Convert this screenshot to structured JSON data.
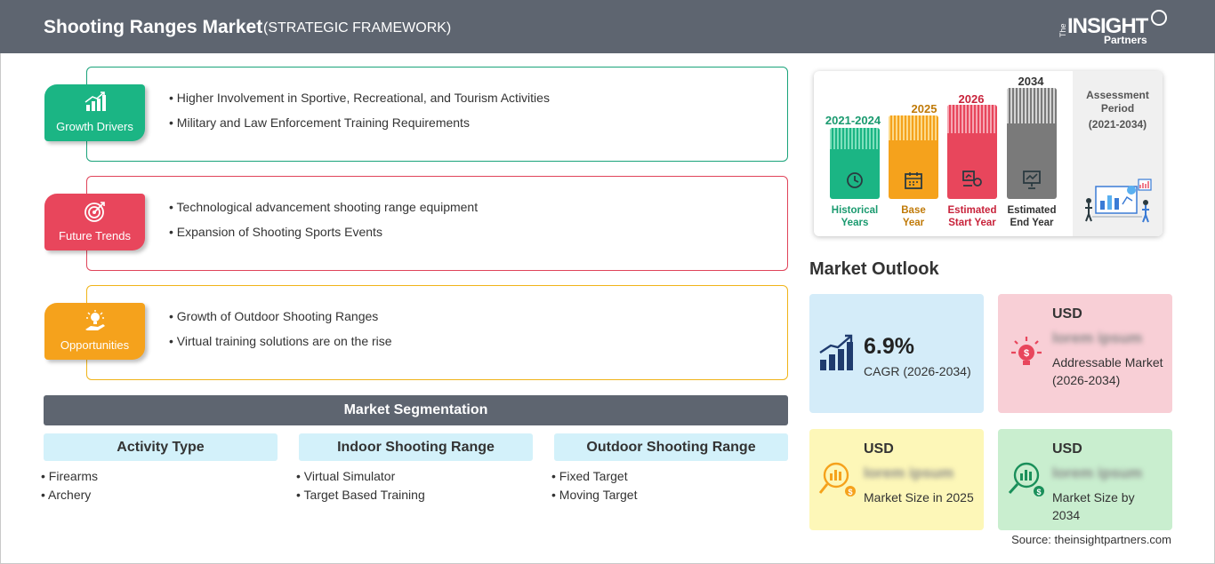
{
  "header": {
    "title": "Shooting Ranges Market",
    "subtitle": "(STRATEGIC FRAMEWORK)",
    "logo_the": "The",
    "logo_insight": "INSIGHT",
    "logo_partners": "Partners"
  },
  "colors": {
    "header_bg": "#5e6570",
    "growth": "#1bb584",
    "trends": "#e8465c",
    "opportunities": "#f5a21c"
  },
  "drivers": {
    "label": "Growth Drivers",
    "icon": "bar-chart-growth-icon",
    "items": [
      "Higher Involvement in Sportive, Recreational, and Tourism Activities",
      "Military and Law Enforcement Training Requirements"
    ]
  },
  "trends": {
    "label": "Future Trends",
    "icon": "target-icon",
    "items": [
      "Technological advancement shooting range equipment",
      "Expansion of Shooting Sports Events"
    ]
  },
  "opportunities": {
    "label": "Opportunities",
    "icon": "lightbulb-hand-icon",
    "items": [
      "Growth of Outdoor Shooting Ranges",
      "Virtual training solutions are on the rise"
    ]
  },
  "segmentation": {
    "title": "Market Segmentation",
    "columns": [
      {
        "head": "Activity Type",
        "items": [
          "Firearms",
          "Archery"
        ]
      },
      {
        "head": "Indoor Shooting Range",
        "items": [
          "Virtual Simulator",
          "Target Based Training"
        ]
      },
      {
        "head": "Outdoor Shooting Range",
        "items": [
          "Fixed Target",
          "Moving Target"
        ]
      }
    ]
  },
  "timeline": {
    "periods": [
      {
        "year": "2021-2024",
        "label1": "Historical",
        "label2": "Years",
        "color": "#1bb584",
        "icon": "history-icon"
      },
      {
        "year": "2025",
        "label1": "Base",
        "label2": "Year",
        "color": "#f5a21c",
        "icon": "calendar-icon"
      },
      {
        "year": "2026",
        "label1": "Estimated",
        "label2": "Start Year",
        "color": "#e8465c",
        "icon": "start-chart-icon"
      },
      {
        "year": "2034",
        "label1": "Estimated",
        "label2": "End Year",
        "color": "#7a7a7a",
        "icon": "presentation-icon"
      }
    ],
    "assessment_title": "Assessment Period",
    "assessment_range": "(2021-2034)"
  },
  "outlook": {
    "title": "Market Outlook",
    "cagr_value": "6.9%",
    "cagr_label": "CAGR (2026-2034)",
    "addressable_currency": "USD",
    "addressable_value": "lorem ipsum",
    "addressable_label": "Addressable Market (2026-2034)",
    "size2025_currency": "USD",
    "size2025_value": "lorem ipsum",
    "size2025_label": "Market Size in 2025",
    "size2034_currency": "USD",
    "size2034_value": "lorem ipsum",
    "size2034_label": "Market Size by 2034"
  },
  "source": "Source: theinsightpartners.com"
}
